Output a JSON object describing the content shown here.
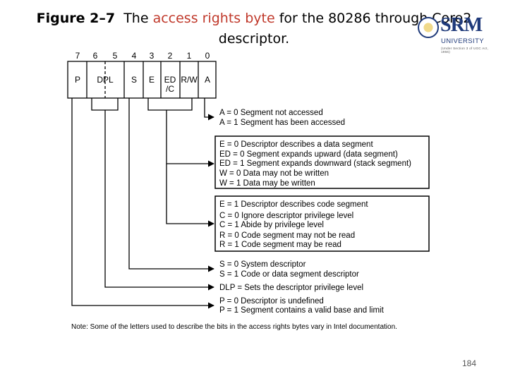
{
  "title": {
    "fig": "Figure 2–7",
    "pre": "The ",
    "red": "access rights byte",
    "post": " for the 80286 through Core2",
    "line2": "descriptor."
  },
  "logo": {
    "word": "SRM",
    "sub": "UNIVERSITY",
    "tag": "(Under Section 3 of UGC Act, 1956)"
  },
  "bits": [
    "7",
    "6",
    "5",
    "4",
    "3",
    "2",
    "1",
    "0"
  ],
  "fields": [
    "P",
    "DPL",
    "S",
    "E",
    "ED",
    "/C",
    "R/W",
    "A"
  ],
  "groups": {
    "accessed": [
      "A = 0  Segment not accessed",
      "A = 1  Segment has been accessed"
    ],
    "data_segment": [
      "E = 0  Descriptor describes a data segment",
      "ED = 0  Segment expands upward (data segment)",
      "ED = 1  Segment expands downward (stack segment)",
      "W = 0  Data may not be written",
      "W = 1  Data may be written"
    ],
    "code_segment": [
      "E = 1  Descriptor describes code segment",
      "C = 0  Ignore descriptor privilege level",
      "C = 1  Abide by privilege level",
      "R = 0  Code segment may not be read",
      "R = 1  Code segment may be read"
    ],
    "system": [
      "S = 0  System descriptor",
      "S = 1  Code or data segment descriptor"
    ],
    "dpl": "DLP = Sets the descriptor privilege level",
    "present": [
      "P = 0  Descriptor is undefined",
      "P = 1  Segment contains a valid base and limit"
    ]
  },
  "note": "Note:  Some of the letters used to describe the bits in the access rights bytes vary in Intel documentation.",
  "page_number": "184"
}
